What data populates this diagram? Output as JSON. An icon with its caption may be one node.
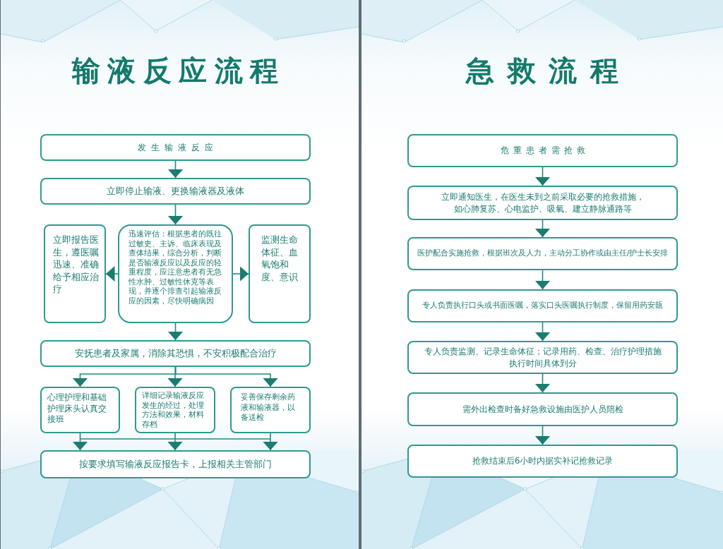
{
  "diagram": {
    "nodes": [
      {
        "text": [
          "输液反应流程"
        ]
      },
      {
        "text": [
          "发生输液反应"
        ],
        "in": 0
      },
      {
        "text": [
          "立即停止输液、更换输液器及液体"
        ],
        "in": 0
      },
      {
        "text": [
          "立即报告医生，遵医嘱迅速、准确给予相应治疗"
        ],
        "in": 0
      },
      {
        "text": [
          "迅速评估：根据患者的既往过敏史、主诉、临床表现及查体结果，综合分析，判断是否输液反应以及反应的轻重程度，应注意患者有无急性水肿、过敏性休克等表现，并逐个排查引起输液反应的因素，尽快明确病因"
        ],
        "in": 0
      },
      {
        "text": [
          "监测生命体征、血氧饱和度、意识"
        ],
        "in": 0
      },
      {
        "text": [
          "安抚患者及家属，消除其恐惧，不安积极配合治疗"
        ],
        "in": 0
      },
      {
        "text": [
          "心理护理和基础护理床头认真交接班"
        ],
        "in": 0
      },
      {
        "text": [
          "详细记录输液反应发生的经过，处理方法和效果，材料存档"
        ],
        "in": 0
      },
      {
        "text": [
          "妥善保存剩余药液和输液器，以备送检"
        ],
        "in": 0
      },
      {
        "text": [
          "按要求填写输液反应报告卡，上报相关主管部门"
        ],
        "in": 0
      },
      {
        "text": [
          "急救流程"
        ]
      },
      {
        "text": [
          "危重患者需抢救"
        ],
        "in": 11
      },
      {
        "text": [
          "立即通知医生，在医生未到之前采取必要的抢救措施，如心肺复苏、心电监护、吸氧、建立静脉通路等"
        ],
        "in": 11
      },
      {
        "text": [
          "医护配合实施抢救，根据班次及人力，主动分工协作或由主任/护士长安排"
        ],
        "in": 11
      },
      {
        "text": [
          "专人负责执行口头或书面医嘱，落实口头医嘱执行制度，保留用药安瓿"
        ],
        "in": 11
      },
      {
        "text": [
          "专人负责监测、记录生命体征；记录用药、检查、治疗护理措施执行时间具体到分"
        ],
        "in": 11
      },
      {
        "text": [
          "需外出检查时备好急救设施由医护人员陪检"
        ],
        "in": 11
      },
      {
        "text": [
          "抢救结束后6小时内据实补记抢救记录"
        ],
        "in": 11
      }
    ],
    "edges": [
      {
        "from": 1,
        "to": 2,
        "arrow": "to"
      },
      {
        "from": 2,
        "to": 4,
        "arrow": "to"
      },
      {
        "from": 4,
        "to": 3,
        "arrow": "to"
      },
      {
        "from": 4,
        "to": 5,
        "arrow": "to"
      },
      {
        "from": 4,
        "to": 6,
        "arrow": "to"
      },
      {
        "from": 6,
        "to": 7,
        "arrow": "to"
      },
      {
        "from": 6,
        "to": 8,
        "arrow": "to"
      },
      {
        "from": 6,
        "to": 9,
        "arrow": "to"
      },
      {
        "from": 7,
        "to": 10,
        "arrow": "to"
      },
      {
        "from": 8,
        "to": 10,
        "arrow": "to"
      },
      {
        "from": 9,
        "to": 10,
        "arrow": "to"
      },
      {
        "from": 12,
        "to": 13,
        "arrow": "to"
      },
      {
        "from": 13,
        "to": 14,
        "arrow": "to"
      },
      {
        "from": 14,
        "to": 15,
        "arrow": "to"
      },
      {
        "from": 15,
        "to": 16,
        "arrow": "to"
      },
      {
        "from": 16,
        "to": 17,
        "arrow": "to"
      },
      {
        "from": 17,
        "to": 18,
        "arrow": "to"
      }
    ]
  }
}
